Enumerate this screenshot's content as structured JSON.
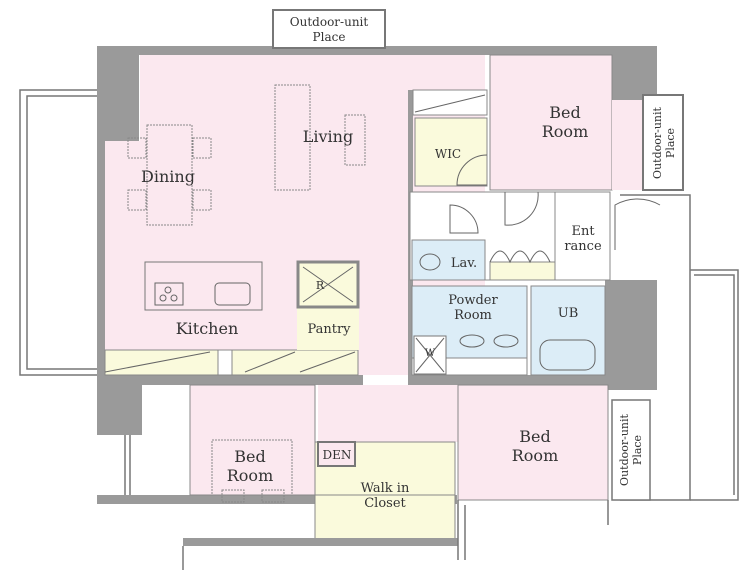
{
  "colors": {
    "living": "#fbe8ef",
    "storage": "#fafadc",
    "wet": "#dcedf7",
    "wall": "#9a9a9a"
  },
  "rooms": {
    "outdoor_top": [
      "Outdoor-unit",
      "Place"
    ],
    "outdoor_right": [
      "Outdoor-unit",
      "Place"
    ],
    "outdoor_bottom": [
      "Outdoor-unit",
      "Place"
    ],
    "living": "Living",
    "dining": "Dining",
    "kitchen": "Kitchen",
    "pantry": "Pantry",
    "fridge": "R",
    "wic_top": "WIC",
    "bedroom_top": [
      "Bed",
      "Room"
    ],
    "entrance": [
      "Ent",
      "rance"
    ],
    "lav": "Lav.",
    "powder": [
      "Powder",
      "Room"
    ],
    "ub": "UB",
    "washer": "W",
    "bedroom_left": [
      "Bed",
      "Room"
    ],
    "den": "DEN",
    "wic_bottom": [
      "Walk in",
      "Closet"
    ],
    "bedroom_right": [
      "Bed",
      "Room"
    ]
  }
}
